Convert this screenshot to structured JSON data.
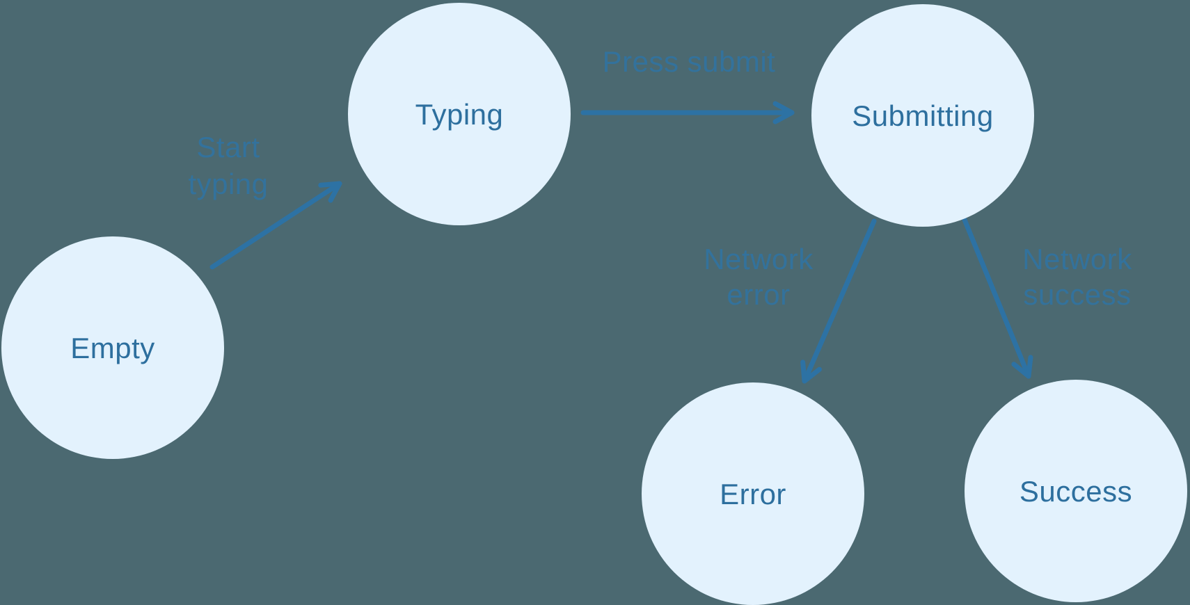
{
  "diagram": {
    "type": "state-machine",
    "colors": {
      "background": "#4b6971",
      "node_fill": "#e3f2fd",
      "node_text": "#2d6f9e",
      "edge": "#2d72a4",
      "edge_label": "#2e74a6"
    },
    "nodes": {
      "empty": {
        "label": "Empty"
      },
      "typing": {
        "label": "Typing"
      },
      "submitting": {
        "label": "Submitting"
      },
      "error": {
        "label": "Error"
      },
      "success": {
        "label": "Success"
      }
    },
    "edges": {
      "empty_typing": {
        "from": "Empty",
        "to": "Typing",
        "label": "Start typing",
        "label_lines": [
          "Start",
          "typing"
        ]
      },
      "typing_submitting": {
        "from": "Typing",
        "to": "Submitting",
        "label": "Press submit",
        "label_lines": [
          "Press submit"
        ]
      },
      "submitting_error": {
        "from": "Submitting",
        "to": "Error",
        "label": "Network error",
        "label_lines": [
          "Network",
          "error"
        ]
      },
      "submitting_success": {
        "from": "Submitting",
        "to": "Success",
        "label": "Network success",
        "label_lines": [
          "Network",
          "success"
        ]
      }
    }
  }
}
